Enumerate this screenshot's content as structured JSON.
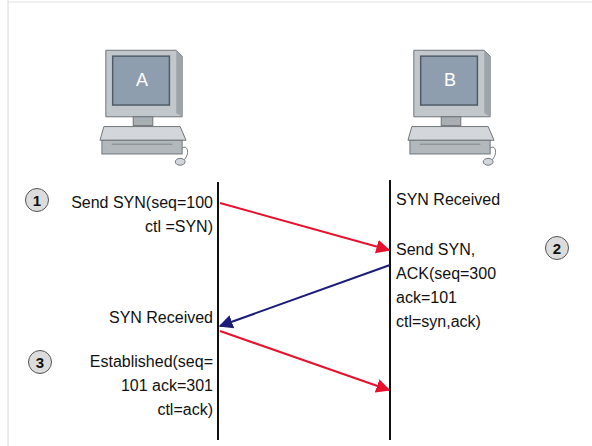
{
  "diagram": {
    "nodes": [
      {
        "text": [
          "A"
        ]
      },
      {
        "text": [
          "B"
        ]
      }
    ],
    "edges": [
      {
        "from": 0,
        "to": 1,
        "arrow": "to"
      },
      {
        "from": 1,
        "to": 0,
        "arrow": "to"
      },
      {
        "from": 0,
        "to": 1,
        "arrow": "to"
      }
    ],
    "labels": [
      "1",
      "Send SYN(seq=100 ctl =SYN)",
      "SYN Received",
      "Send SYN, ACK(seq=300 ack=101 ctl=syn,ack)",
      "2",
      "SYN Received",
      "3",
      "Established(seq= 101 ack=301 ctl=ack)"
    ]
  }
}
